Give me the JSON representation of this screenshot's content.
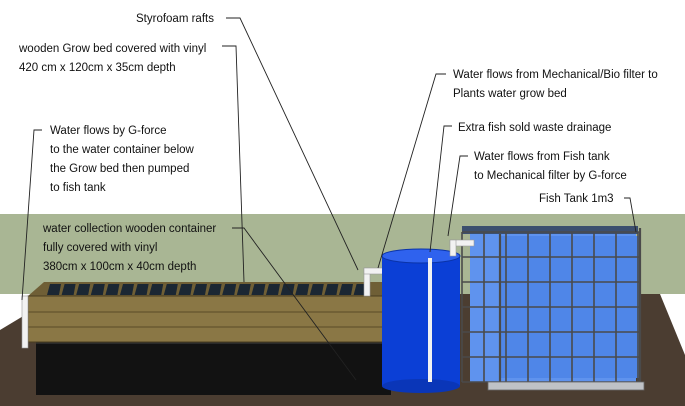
{
  "labels": {
    "rafts": "Styrofoam rafts",
    "growbed_1": "wooden Grow bed covered with vinyl",
    "growbed_2": "420 cm x 120cm x 35cm depth",
    "gforce_1": "Water flows by G-force",
    "gforce_2": "to the water container below",
    "gforce_3": "the Grow bed then pumped",
    "gforce_4": "to fish tank",
    "collection_1": "water collection wooden container",
    "collection_2": "fully covered with vinyl",
    "collection_3": "380cm x 100cm x 40cm depth",
    "mech_to_plants_1": "Water flows from Mechanical/Bio filter to",
    "mech_to_plants_2": "Plants water grow bed",
    "drainage": "Extra fish sold waste drainage",
    "tank_to_mech_1": "Water flows from Fish tank",
    "tank_to_mech_2": "to Mechanical filter by G-force",
    "fish_tank": "Fish Tank 1m3"
  },
  "colors": {
    "sky": "#ffffff",
    "grass": "#a9b694",
    "ground": "#4a3c30",
    "wood": "#8a7745",
    "rafts": "#1b2733",
    "filter_barrel": "#0b3fd6",
    "ibc_tank": "#5f93ee",
    "cage": "#4a4a4a"
  }
}
